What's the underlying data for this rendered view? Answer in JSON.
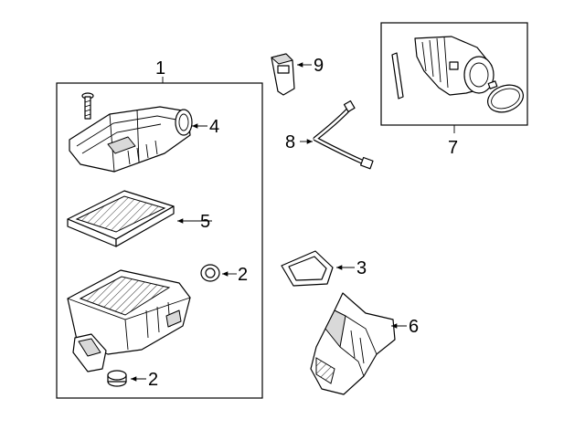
{
  "callouts": {
    "c1": "1",
    "c2a": "2",
    "c2b": "2",
    "c3": "3",
    "c4": "4",
    "c5": "5",
    "c6": "6",
    "c7": "7",
    "c8": "8",
    "c9": "9"
  },
  "parts": [
    {
      "callout": "1",
      "part": "air-cleaner-assembly"
    },
    {
      "callout": "2",
      "part": "grommet"
    },
    {
      "callout": "3",
      "part": "seal"
    },
    {
      "callout": "4",
      "part": "cover-with-bolt"
    },
    {
      "callout": "5",
      "part": "filter-element"
    },
    {
      "callout": "6",
      "part": "intake-duct"
    },
    {
      "callout": "7",
      "part": "outlet-hose-with-clamps"
    },
    {
      "callout": "8",
      "part": "vent-tube"
    },
    {
      "callout": "9",
      "part": "mass-airflow-sensor"
    }
  ]
}
